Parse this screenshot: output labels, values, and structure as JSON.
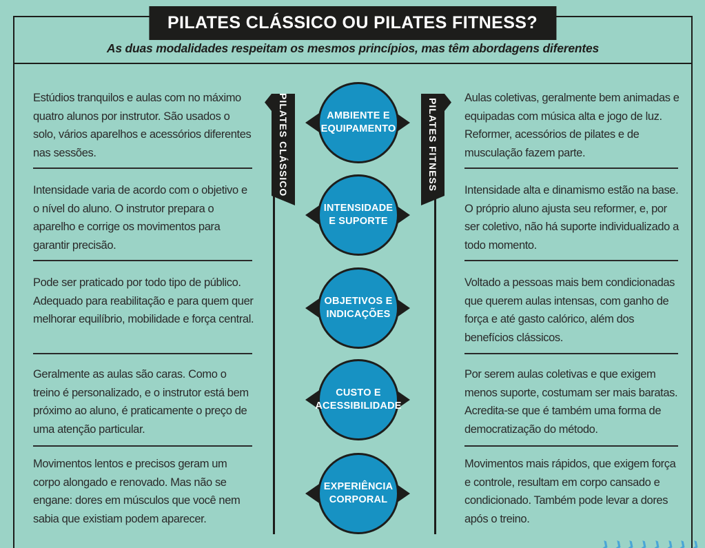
{
  "header": {
    "title": "PILATES CLÁSSICO OU PILATES FITNESS?",
    "subtitle": "As duas modalidades respeitam os mesmos princípios, mas têm abordagens diferentes"
  },
  "banners": {
    "left": "PILATES CLÁSSICO",
    "right": "PILATES FITNESS"
  },
  "rows": [
    {
      "category_line1": "AMBIENTE E",
      "category_line2": "EQUIPAMENTO",
      "classico": "Estúdios tranquilos e aulas com no máximo quatro alunos por instrutor. São usados o solo, vários aparelhos e acessórios diferentes nas sessões.",
      "fitness": "Aulas coletivas, geralmente bem animadas e equipadas com música alta e jogo de luz. Reformer, acessórios de pilates e de musculação fazem parte."
    },
    {
      "category_line1": "INTENSIDADE",
      "category_line2": "E SUPORTE",
      "classico": "Intensidade varia de acordo com o objetivo e o nível do aluno. O instrutor prepara o aparelho e corrige os movimentos para garantir precisão.",
      "fitness": "Intensidade alta e dinamismo estão na base. O próprio aluno ajusta seu reformer, e, por ser coletivo, não há suporte individualizado a todo momento."
    },
    {
      "category_line1": "OBJETIVOS E",
      "category_line2": "INDICAÇÕES",
      "classico": "Pode ser praticado por todo tipo de público. Adequado para reabilitação e para quem quer melhorar equilíbrio, mobilidade e força central.",
      "fitness": "Voltado a pessoas mais bem condicionadas que querem aulas intensas, com ganho de força e até gasto calórico, além dos benefícios clássicos."
    },
    {
      "category_line1": "CUSTO E",
      "category_line2": "ACESSIBILIDADE",
      "classico": "Geralmente as aulas são caras. Como o treino é personalizado, e o instrutor está bem próximo ao aluno, é praticamente o preço de uma atenção particular.",
      "fitness": "Por serem aulas coletivas e que exigem menos suporte, costumam ser mais baratas. Acredita-se que é também uma forma de democratização do método."
    },
    {
      "category_line1": "EXPERIÊNCIA",
      "category_line2": "CORPORAL",
      "classico": "Movimentos lentos e precisos geram um corpo alongado e renovado. Mas não se engane: dores em músculos que você nem sabia que existiam podem aparecer.",
      "fitness": "Movimentos mais rápidos, que exigem força e controle, resultam em corpo cansado e condicionado. Também pode levar a dores após o treino."
    }
  ],
  "decor": {
    "chevron_glyph": "❯"
  },
  "colors": {
    "background": "#9bd3c6",
    "circle": "#1792c3",
    "ink": "#1d1d1b",
    "text": "#2a2a2a",
    "chevron": "#4aa6d6"
  }
}
